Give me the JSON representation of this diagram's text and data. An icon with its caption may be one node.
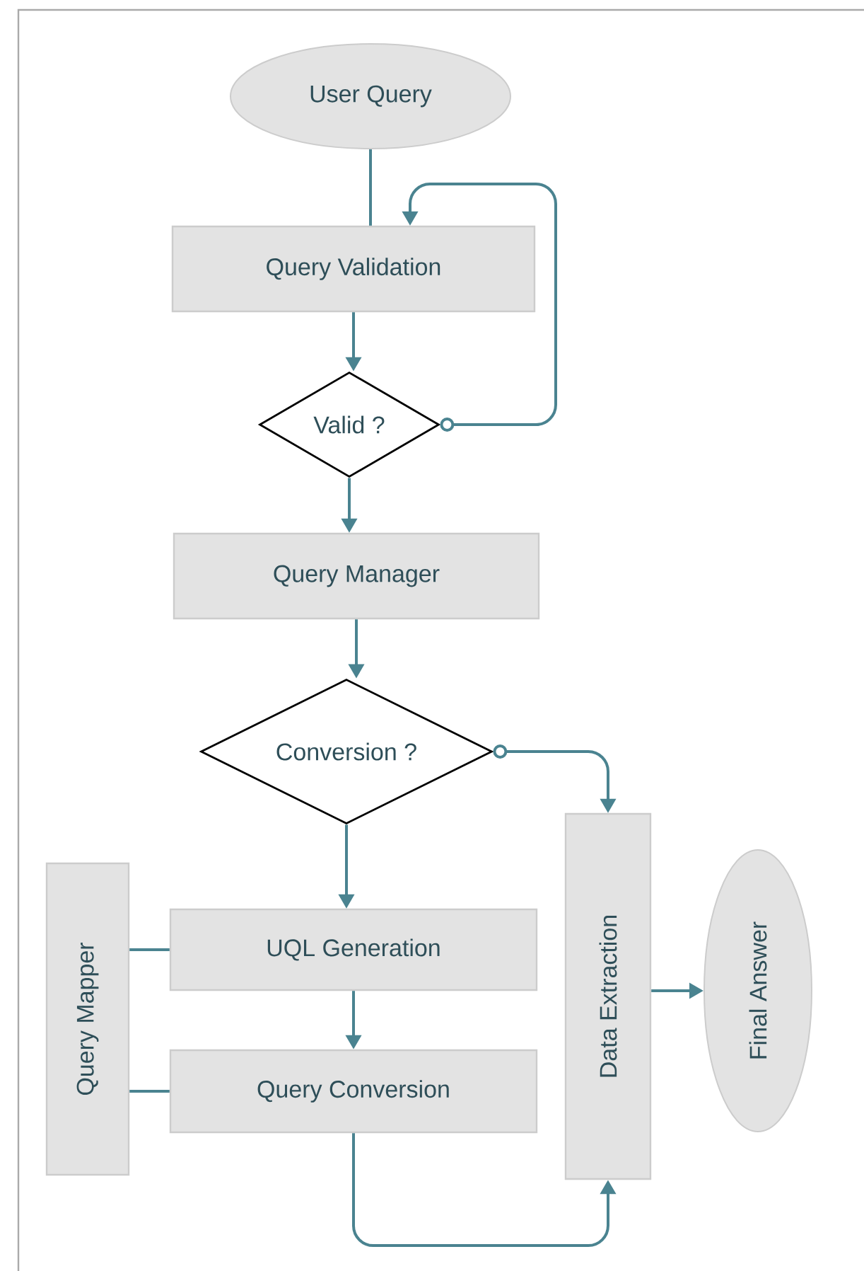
{
  "diagram": {
    "nodes": [
      {
        "text": [
          "User Query"
        ]
      },
      {
        "text": [
          "Query Validation"
        ]
      },
      {
        "text": [
          "Valid ?"
        ]
      },
      {
        "text": [
          "Query Manager"
        ]
      },
      {
        "text": [
          "Conversion ?"
        ]
      },
      {
        "text": [
          "Query Mapper"
        ]
      },
      {
        "text": [
          "UQL Generation"
        ]
      },
      {
        "text": [
          "Query Conversion"
        ]
      },
      {
        "text": [
          "Data Extraction"
        ]
      },
      {
        "text": [
          "Final Answer"
        ]
      }
    ],
    "edges": [
      {
        "from": 0,
        "to": 1,
        "arrow": "none"
      },
      {
        "from": 1,
        "to": 2,
        "arrow": "to"
      },
      {
        "from": 2,
        "to": 1,
        "arrow": "to"
      },
      {
        "from": 2,
        "to": 3,
        "arrow": "to"
      },
      {
        "from": 3,
        "to": 4,
        "arrow": "to"
      },
      {
        "from": 4,
        "to": 6,
        "arrow": "to"
      },
      {
        "from": 4,
        "to": 8,
        "arrow": "to"
      },
      {
        "from": 5,
        "to": 6,
        "arrow": "none"
      },
      {
        "from": 5,
        "to": 7,
        "arrow": "none"
      },
      {
        "from": 6,
        "to": 7,
        "arrow": "to"
      },
      {
        "from": 7,
        "to": 8,
        "arrow": "to"
      },
      {
        "from": 8,
        "to": 9,
        "arrow": "to"
      }
    ]
  }
}
